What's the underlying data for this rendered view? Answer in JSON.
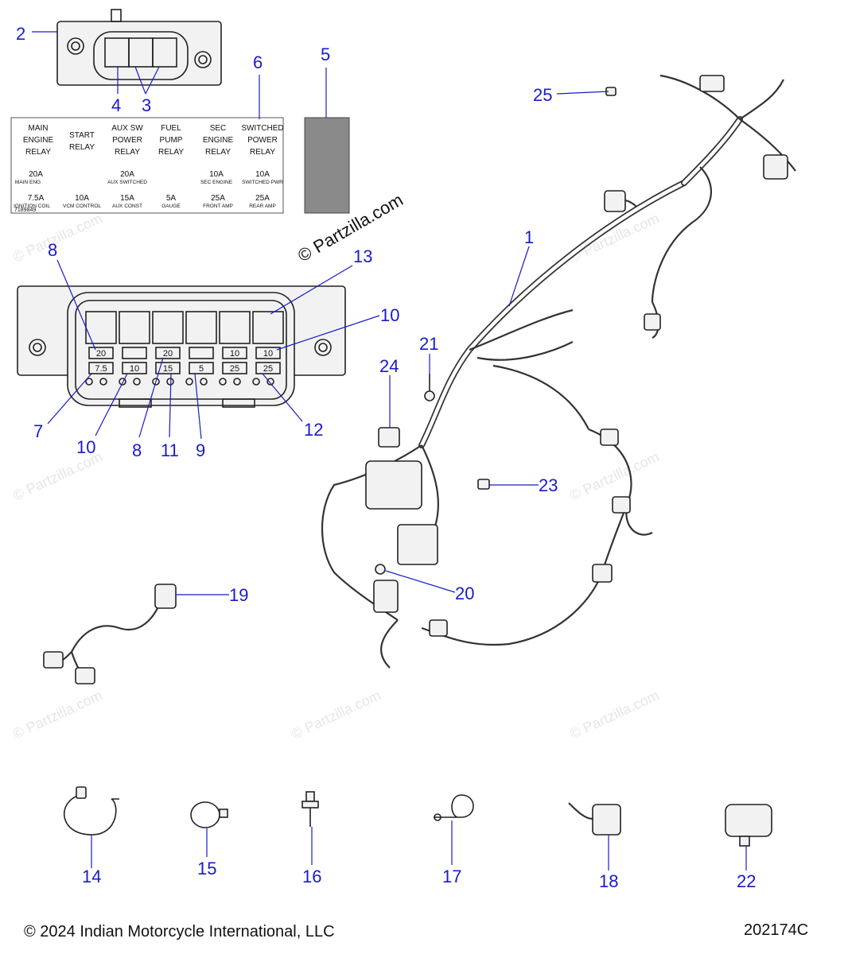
{
  "watermark_text": "© Partzilla.com",
  "copyright_stamp": "© Partzilla.com",
  "footer": {
    "copyright": "© 2024 Indian Motorcycle International, LLC",
    "diagram_id": "202174C"
  },
  "decal": {
    "part_number": "7189849",
    "relays": [
      {
        "l1": "MAIN",
        "l2": "ENGINE",
        "l3": "RELAY"
      },
      {
        "l1": "START",
        "l2": "RELAY",
        "l3": ""
      },
      {
        "l1": "AUX SW",
        "l2": "POWER",
        "l3": "RELAY"
      },
      {
        "l1": "FUEL",
        "l2": "PUMP",
        "l3": "RELAY"
      },
      {
        "l1": "SEC",
        "l2": "ENGINE",
        "l3": "RELAY"
      },
      {
        "l1": "SWITCHED",
        "l2": "POWER",
        "l3": "RELAY"
      }
    ],
    "fuses_row1": [
      {
        "amp": "20A",
        "name": "MAIN ENG"
      },
      {
        "amp": "20A",
        "name": "AUX SWITCHED"
      },
      {
        "amp": "10A",
        "name": "SEC ENGINE"
      },
      {
        "amp": "10A",
        "name": "SWITCHED PWR"
      }
    ],
    "fuses_row2": [
      {
        "amp": "7.5A",
        "name": "IGNITION COIL"
      },
      {
        "amp": "10A",
        "name": "VCM CONTROL"
      },
      {
        "amp": "15A",
        "name": "AUX CONST"
      },
      {
        "amp": "5A",
        "name": "GAUGE"
      },
      {
        "amp": "25A",
        "name": "FRONT AMP"
      },
      {
        "amp": "25A",
        "name": "REAR AMP"
      }
    ]
  },
  "fuse_box": {
    "top_row": [
      "20",
      "",
      "20",
      "",
      "10",
      "10"
    ],
    "bottom_row": [
      "7.5",
      "10",
      "15",
      "5",
      "25",
      "25"
    ]
  },
  "callouts": {
    "c1": "1",
    "c2": "2",
    "c3": "3",
    "c4": "4",
    "c5": "5",
    "c6": "6",
    "c7": "7",
    "c8a": "8",
    "c8b": "8",
    "c9": "9",
    "c10a": "10",
    "c10b": "10",
    "c11": "11",
    "c12": "12",
    "c13": "13",
    "c14": "14",
    "c15": "15",
    "c16": "16",
    "c17": "17",
    "c18": "18",
    "c19": "19",
    "c20": "20",
    "c21": "21",
    "c22": "22",
    "c23": "23",
    "c24": "24",
    "c25": "25"
  }
}
